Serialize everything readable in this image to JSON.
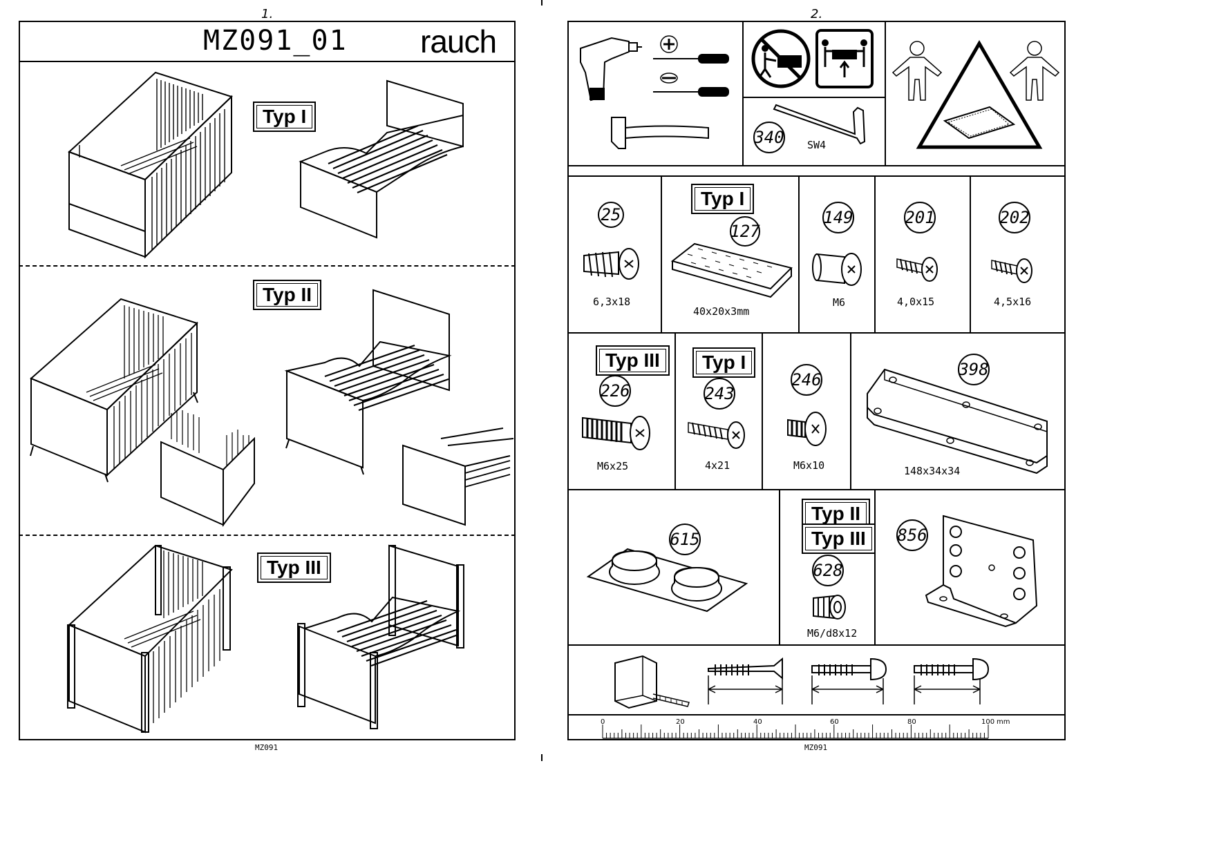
{
  "page1": {
    "page_number": "1.",
    "model_code": "MZ091_01",
    "brand": "rauch",
    "variants": [
      {
        "label": "Typ I"
      },
      {
        "label": "Typ II"
      },
      {
        "label": "Typ III"
      }
    ],
    "footer": "MZ091"
  },
  "page2": {
    "page_number": "2.",
    "tools": {
      "allen_key_number": "340",
      "allen_key_size": "SW4"
    },
    "parts_row1": [
      {
        "number": "25",
        "size": "6,3x18"
      },
      {
        "number": "127",
        "size": "40x20x3mm",
        "typ": "Typ I"
      },
      {
        "number": "149",
        "size": "M6"
      },
      {
        "number": "201",
        "size": "4,0x15"
      },
      {
        "number": "202",
        "size": "4,5x16"
      }
    ],
    "parts_row2": [
      {
        "number": "226",
        "size": "M6x25",
        "typ": "Typ III"
      },
      {
        "number": "243",
        "size": "4x21",
        "typ": "Typ I"
      },
      {
        "number": "246",
        "size": "M6x10"
      },
      {
        "number": "398",
        "size": "148x34x34"
      }
    ],
    "parts_row3": [
      {
        "number": "615"
      },
      {
        "number": "628",
        "size": "M6/d8x12",
        "typ": [
          "Typ II",
          "Typ III"
        ]
      },
      {
        "number": "856"
      }
    ],
    "ruler": {
      "ticks": [
        "0",
        "20",
        "40",
        "60",
        "80",
        "100"
      ],
      "unit": "mm"
    },
    "footer": "MZ091"
  }
}
